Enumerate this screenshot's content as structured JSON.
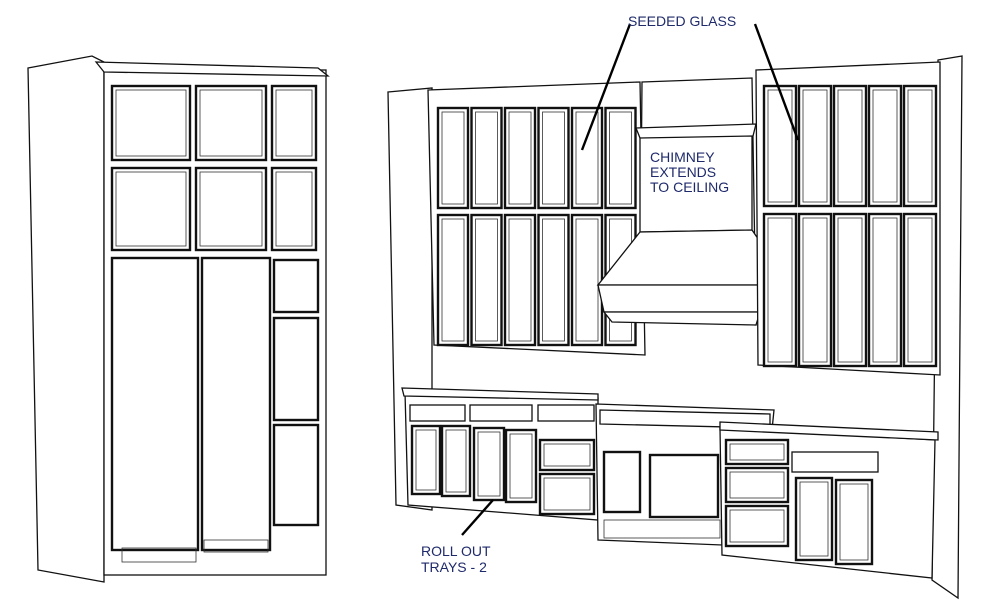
{
  "annotations": {
    "seeded_glass": "SEEDED GLASS",
    "chimney": [
      "CHIMNEY",
      "EXTENDS",
      "TO CEILING"
    ],
    "roll_out": [
      "ROLL OUT",
      "TRAYS - 2"
    ]
  },
  "colors": {
    "label": "#1f2a6b",
    "line": "#111111"
  }
}
